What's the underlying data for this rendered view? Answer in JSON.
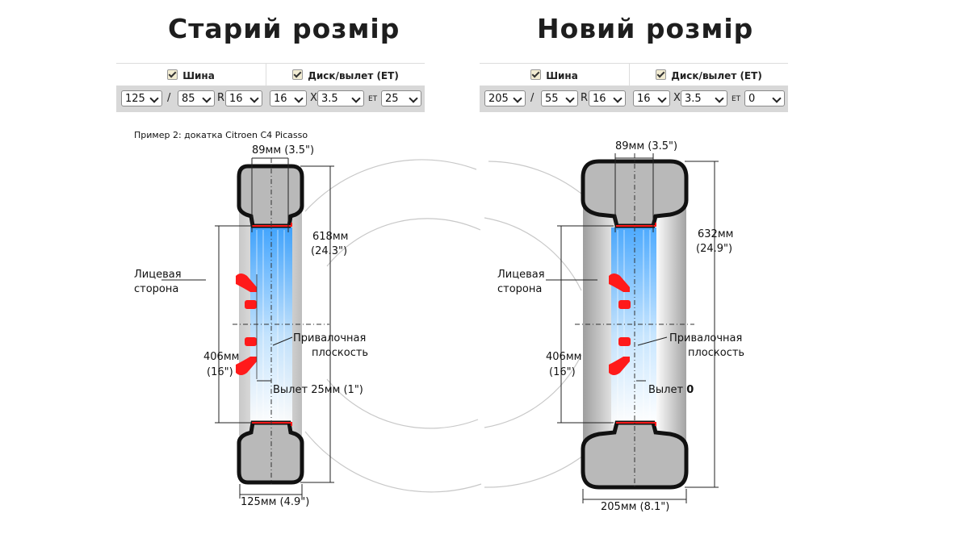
{
  "titles": {
    "old": "Старий розмір",
    "new": "Новий розмір"
  },
  "old_panel": {
    "tire_label": "Шина",
    "rim_label": "Диск/вылет (ЕТ)",
    "width": "125",
    "profile": "85",
    "r_label": "R",
    "diameter": "16",
    "rim_diameter": "16",
    "x_label": "X",
    "rim_width": "3.5",
    "et_label": "ET",
    "et": "25",
    "slash": "/"
  },
  "new_panel": {
    "tire_label": "Шина",
    "rim_label": "Диск/вылет (ЕТ)",
    "width": "205",
    "profile": "55",
    "r_label": "R",
    "diameter": "16",
    "rim_diameter": "16",
    "x_label": "X",
    "rim_width": "3.5",
    "et_label": "ET",
    "et": "0",
    "slash": "/"
  },
  "example_note": "Пример 2: докатка Citroen C4 Picasso",
  "old_diagram": {
    "rim_width_label": "89мм (3.5\")",
    "tire_diameter_mm": "618мм",
    "tire_diameter_in": "(24.3\")",
    "face_side_1": "Лицевая",
    "face_side_2": "сторона",
    "mount_plane_1": "Привалочная",
    "mount_plane_2": "плоскость",
    "rim_diameter_mm": "406мм",
    "rim_diameter_in": "(16\")",
    "offset_label": "Вылет 25мм (1\")",
    "tire_width_label": "125мм (4.9\")"
  },
  "new_diagram": {
    "rim_width_label": "89мм (3.5\")",
    "tire_diameter_mm": "632мм",
    "tire_diameter_in": "(24.9\")",
    "face_side_1": "Лицевая",
    "face_side_2": "сторона",
    "mount_plane_1": "Привалочная",
    "mount_plane_2": "плоскость",
    "rim_diameter_mm": "406мм",
    "rim_diameter_in": "(16\")",
    "offset_label_prefix": "Вылет",
    "offset_value": "0",
    "tire_width_label": "205мм (8.1\")"
  },
  "colors": {
    "tire_rubber": "#111111",
    "tire_fill": "#b9b9b9",
    "hub": "#ff1a1a",
    "rim_gradient_top": "#3aa8ff",
    "rim_gradient_bottom": "#ffffff",
    "panel_row": "#d8d8d8"
  }
}
